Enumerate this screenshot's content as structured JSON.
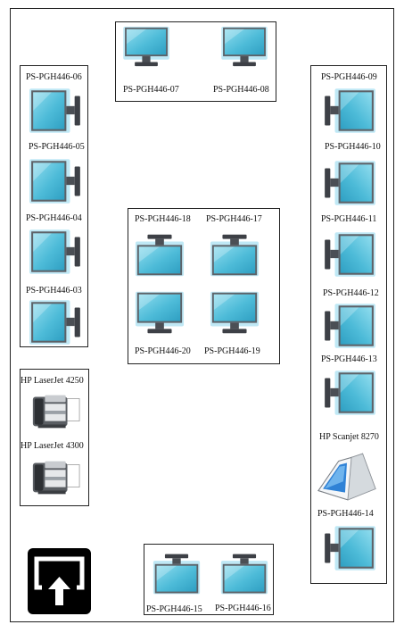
{
  "stations": {
    "s03": "PS-PGH446-03",
    "s04": "PS-PGH446-04",
    "s05": "PS-PGH446-05",
    "s06": "PS-PGH446-06",
    "s07": "PS-PGH446-07",
    "s08": "PS-PGH446-08",
    "s09": "PS-PGH446-09",
    "s10": "PS-PGH446-10",
    "s11": "PS-PGH446-11",
    "s12": "PS-PGH446-12",
    "s13": "PS-PGH446-13",
    "s14": "PS-PGH446-14",
    "s15": "PS-PGH446-15",
    "s16": "PS-PGH446-16",
    "s17": "PS-PGH446-17",
    "s18": "PS-PGH446-18",
    "s19": "PS-PGH446-19",
    "s20": "PS-PGH446-20"
  },
  "printers": {
    "p1": "HP LaserJet 4250",
    "p2": "HP LaserJet 4300"
  },
  "scanner": "HP Scanjet 8270",
  "icons": {
    "monitor": "monitor-icon",
    "printer": "printer-icon",
    "scanner": "scanner-icon",
    "exit": "exit-icon"
  },
  "colors": {
    "screen": "#55c2dd",
    "bezel": "#6e7278",
    "glow": "#bfe8f5",
    "border": "#222222"
  }
}
